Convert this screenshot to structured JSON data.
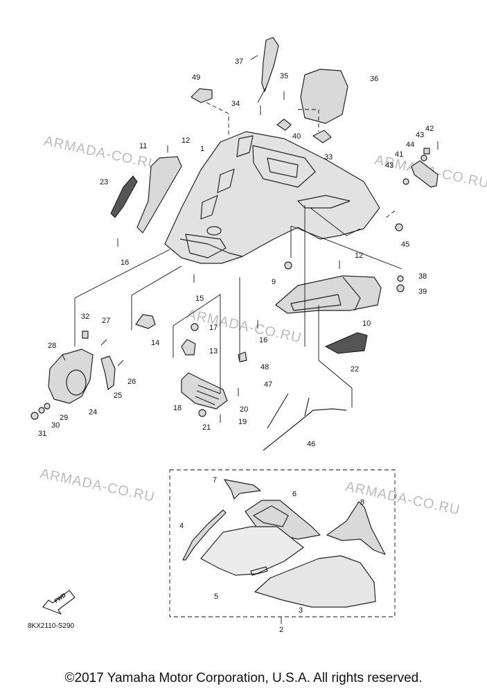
{
  "watermark": "ARMADA-CO.RU",
  "diagram_code": "8KX2110-S290",
  "fwd_label": "FWD",
  "copyright": "©2017 Yamaha Motor Corporation, U.S.A. All rights reserved.",
  "callouts": [
    "1",
    "2",
    "3",
    "4",
    "5",
    "6",
    "7",
    "8",
    "9",
    "10",
    "11",
    "12",
    "12",
    "13",
    "14",
    "15",
    "16",
    "16",
    "17",
    "18",
    "19",
    "20",
    "21",
    "22",
    "23",
    "24",
    "25",
    "26",
    "27",
    "28",
    "29",
    "30",
    "31",
    "32",
    "33",
    "34",
    "35",
    "36",
    "37",
    "38",
    "39",
    "40",
    "41",
    "42",
    "43",
    "43",
    "44",
    "45",
    "46",
    "47",
    "48",
    "49"
  ]
}
